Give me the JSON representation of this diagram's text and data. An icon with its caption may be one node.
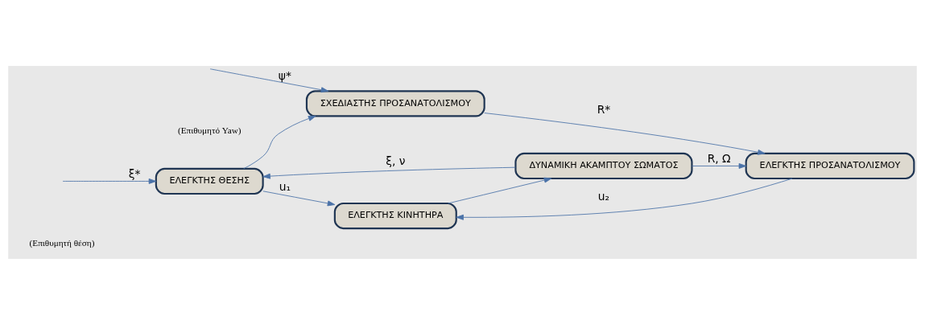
{
  "diagram": {
    "nodes": [
      {
        "text": [
          "ΕΛΕΓΚΤΗΣ ΘΕΣΗΣ"
        ]
      },
      {
        "text": [
          "ΕΛΕΓΚΤΗΣ ΚΙΝΗΤΗΡΑ"
        ]
      },
      {
        "text": [
          "ΔΥΝΑΜΙΚΗ ΑΚΑΜΠΤΟΥ ΣΩΜΑΤΟΣ"
        ]
      },
      {
        "text": [
          "ΕΛΕΓΚΤΗΣ ΠΡΟΣΑΝΑΤΟΛΙΣΜΟΥ"
        ]
      },
      {
        "text": [
          "ΣΧΕΔΙΑΣΤΗΣ ΠΡΟΣΑΝΑΤΟΛΙΣΜΟΥ"
        ]
      }
    ],
    "edges": [
      {
        "from": null,
        "to": 0,
        "arrow": "to",
        "label": "ξ*"
      },
      {
        "from": 0,
        "to": 1,
        "arrow": "to",
        "label": "u₁"
      },
      {
        "from": 0,
        "to": 4,
        "arrow": "to"
      },
      {
        "from": null,
        "to": 4,
        "arrow": "to",
        "label": "ψ*"
      },
      {
        "from": 4,
        "to": 3,
        "arrow": "to",
        "label": "R*"
      },
      {
        "from": 3,
        "to": 1,
        "arrow": "to",
        "label": "u₂"
      },
      {
        "from": 1,
        "to": 2,
        "arrow": "to"
      },
      {
        "from": 2,
        "to": 3,
        "arrow": "to",
        "label": "R, Ω"
      },
      {
        "from": 2,
        "to": 0,
        "arrow": "to",
        "label": "ξ, ν"
      }
    ],
    "labels": [
      "(Επιθυμητή θέση)",
      "(Επιθυμητό Yaw)"
    ]
  }
}
